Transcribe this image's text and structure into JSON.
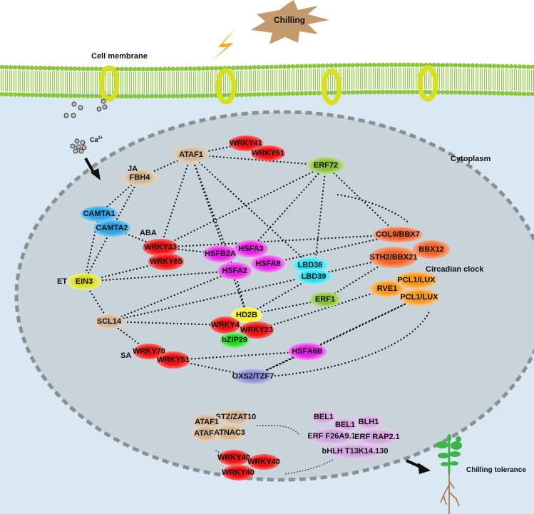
{
  "labels": {
    "chilling": "Chilling",
    "cell_membrane": "Cell membrane",
    "calcium": "Ca",
    "calcium_sup": "2+",
    "cytoplasm": "Cytoplasm",
    "ja": "JA",
    "aba": "ABA",
    "et": "ET",
    "sa": "SA",
    "circadian_clock": "Circadian clock",
    "chilling_tolerance": "Chilling tolerance"
  },
  "colors": {
    "background_cytoplasm": "#d9e8f3",
    "nucleus_fill": "#c8d3da",
    "nucleus_border": "#8a8f94",
    "membrane_green": "#8cc63f",
    "channel_yellow": "#d6e021",
    "burst_fill": "#c49a6c",
    "bolt": "#f7a823",
    "tan": "#d6b89a",
    "red": "#f21b1b",
    "magenta": "#ee22ee",
    "blue": "#2fa8e6",
    "cyan": "#22e0f0",
    "yellow": "#f5f020",
    "lime": "#8cc63f",
    "green": "#22dd22",
    "orange_red": "#f26a2e",
    "orange": "#f7981d",
    "lavender": "#8c8fd6",
    "yellow_green": "#dede2a",
    "lilac": "#d4a8e0"
  },
  "nodes": [
    {
      "id": "ATAF1_top",
      "label": "ATAF1",
      "color": "tan"
    },
    {
      "id": "WRKY41",
      "label": "WRKY41",
      "color": "red"
    },
    {
      "id": "WRKY51_top",
      "label": "WRKY51",
      "color": "red"
    },
    {
      "id": "ERF72",
      "label": "ERF72",
      "color": "lime"
    },
    {
      "id": "FBH4",
      "label": "FBH4",
      "color": "tan"
    },
    {
      "id": "CAMTA1",
      "label": "CAMTA1",
      "color": "blue"
    },
    {
      "id": "CAMTA2",
      "label": "CAMTA2",
      "color": "blue"
    },
    {
      "id": "WRKY33",
      "label": "WRKY33",
      "color": "red"
    },
    {
      "id": "WRKY65",
      "label": "WRKY65",
      "color": "red"
    },
    {
      "id": "HSFB2A",
      "label": "HSFB2A",
      "color": "magenta"
    },
    {
      "id": "HSFA3",
      "label": "HSFA3",
      "color": "magenta"
    },
    {
      "id": "HSFA8",
      "label": "HSFA8",
      "color": "magenta"
    },
    {
      "id": "HSFA2",
      "label": "HSFA2",
      "color": "magenta"
    },
    {
      "id": "LBD38",
      "label": "LBD38",
      "color": "cyan"
    },
    {
      "id": "LBD39",
      "label": "LBD39",
      "color": "cyan"
    },
    {
      "id": "COL9",
      "label": "COL9/BBX7",
      "color": "orange_red"
    },
    {
      "id": "BBX12",
      "label": "BBX12",
      "color": "orange_red"
    },
    {
      "id": "STH2",
      "label": "STH2/BBX21",
      "color": "orange_red"
    },
    {
      "id": "EIN3",
      "label": "EIN3",
      "color": "yellow_green"
    },
    {
      "id": "PCL1a",
      "label": "PCL1/LUX",
      "color": "orange"
    },
    {
      "id": "RVE1",
      "label": "RVE1",
      "color": "orange"
    },
    {
      "id": "PCL1b",
      "label": "PCL1/LUX",
      "color": "orange"
    },
    {
      "id": "ERF1",
      "label": "ERF1",
      "color": "lime"
    },
    {
      "id": "HD2B",
      "label": "HD2B",
      "color": "yellow"
    },
    {
      "id": "SCL14",
      "label": "SCL14",
      "color": "tan"
    },
    {
      "id": "WRKY4",
      "label": "WRKY4",
      "color": "red"
    },
    {
      "id": "WRKY23",
      "label": "WRKY23",
      "color": "red"
    },
    {
      "id": "bZIP29",
      "label": "bZIP29",
      "color": "green"
    },
    {
      "id": "WRKY70",
      "label": "WRKY70",
      "color": "red"
    },
    {
      "id": "WRKY51_sa",
      "label": "WRKY51",
      "color": "red"
    },
    {
      "id": "HSFA6B",
      "label": "HSFA6B",
      "color": "magenta"
    },
    {
      "id": "OXS2",
      "label": "OXS2/TZF7",
      "color": "lavender"
    },
    {
      "id": "STZ",
      "label": "STZ/ZAT10",
      "color": "tan"
    },
    {
      "id": "ATAF1_b1",
      "label": "ATAF1",
      "color": "tan"
    },
    {
      "id": "ATAF1_b2",
      "label": "ATAF1",
      "color": "tan"
    },
    {
      "id": "ATNAC3",
      "label": "ATNAC3",
      "color": "tan"
    },
    {
      "id": "BEL1a",
      "label": "BEL1",
      "color": "lilac"
    },
    {
      "id": "BEL1b",
      "label": "BEL1",
      "color": "lilac"
    },
    {
      "id": "BLH1",
      "label": "BLH1",
      "color": "lilac"
    },
    {
      "id": "ERF_F26",
      "label": "ERF F26A9.1",
      "color": "lilac"
    },
    {
      "id": "ERF_RAP",
      "label": "ERF RAP2.1",
      "color": "lilac"
    },
    {
      "id": "bHLH",
      "label": "bHLH T13K14.130",
      "color": "lilac"
    },
    {
      "id": "WRKY40a",
      "label": "WRKY40",
      "color": "red"
    },
    {
      "id": "WRKY40b",
      "label": "WRKY40",
      "color": "red"
    },
    {
      "id": "WRKY40c",
      "label": "WRKY40",
      "color": "red"
    }
  ],
  "edges": [
    [
      "ATAF1_top",
      "WRKY41"
    ],
    [
      "ATAF1_top",
      "ERF72"
    ],
    [
      "ATAF1_top",
      "FBH4"
    ],
    [
      "ATAF1_top",
      "WRKY33"
    ],
    [
      "ATAF1_top",
      "HSFA2"
    ],
    [
      "ATAF1_top",
      "LBD38"
    ],
    [
      "ATAF1_top",
      "HD2B"
    ],
    [
      "FBH4",
      "CAMTA1"
    ],
    [
      "FBH4",
      "CAMTA2"
    ],
    [
      "CAMTA1",
      "EIN3"
    ],
    [
      "CAMTA2",
      "EIN3"
    ],
    [
      "CAMTA2",
      "WRKY33"
    ],
    [
      "ERF72",
      "WRKY33"
    ],
    [
      "ERF72",
      "HSFA3"
    ],
    [
      "ERF72",
      "LBD39"
    ],
    [
      "ERF72",
      "COL9"
    ],
    [
      "WRKY33",
      "COL9"
    ],
    [
      "WRKY33",
      "HSFB2A"
    ],
    [
      "HSFA8",
      "COL9"
    ],
    [
      "EIN3",
      "WRKY65"
    ],
    [
      "EIN3",
      "HSFA2"
    ],
    [
      "EIN3",
      "SCL14"
    ],
    [
      "HSFA2",
      "SCL14"
    ],
    [
      "HSFA2",
      "HD2B"
    ],
    [
      "SCL14",
      "STH2"
    ],
    [
      "SCL14",
      "WRKY4"
    ],
    [
      "SCL14",
      "WRKY70"
    ],
    [
      "LBD39",
      "HD2B"
    ],
    [
      "ERF1",
      "HD2B"
    ],
    [
      "ERF1",
      "STH2"
    ],
    [
      "WRKY23",
      "RVE1"
    ],
    [
      "WRKY51_sa",
      "HSFA6B"
    ],
    [
      "WRKY51_sa",
      "OXS2"
    ],
    [
      "HSFA6B",
      "OXS2"
    ],
    [
      "HSFA6B",
      "PCL1b"
    ],
    [
      "OXS2",
      "PCL1b"
    ]
  ],
  "bottom_links": [
    [
      "STZ",
      "ERF_F26"
    ],
    [
      "ATAF1_b2",
      "WRKY40c"
    ],
    [
      "WRKY40c",
      "bHLH"
    ]
  ],
  "calcium_particles": 12
}
